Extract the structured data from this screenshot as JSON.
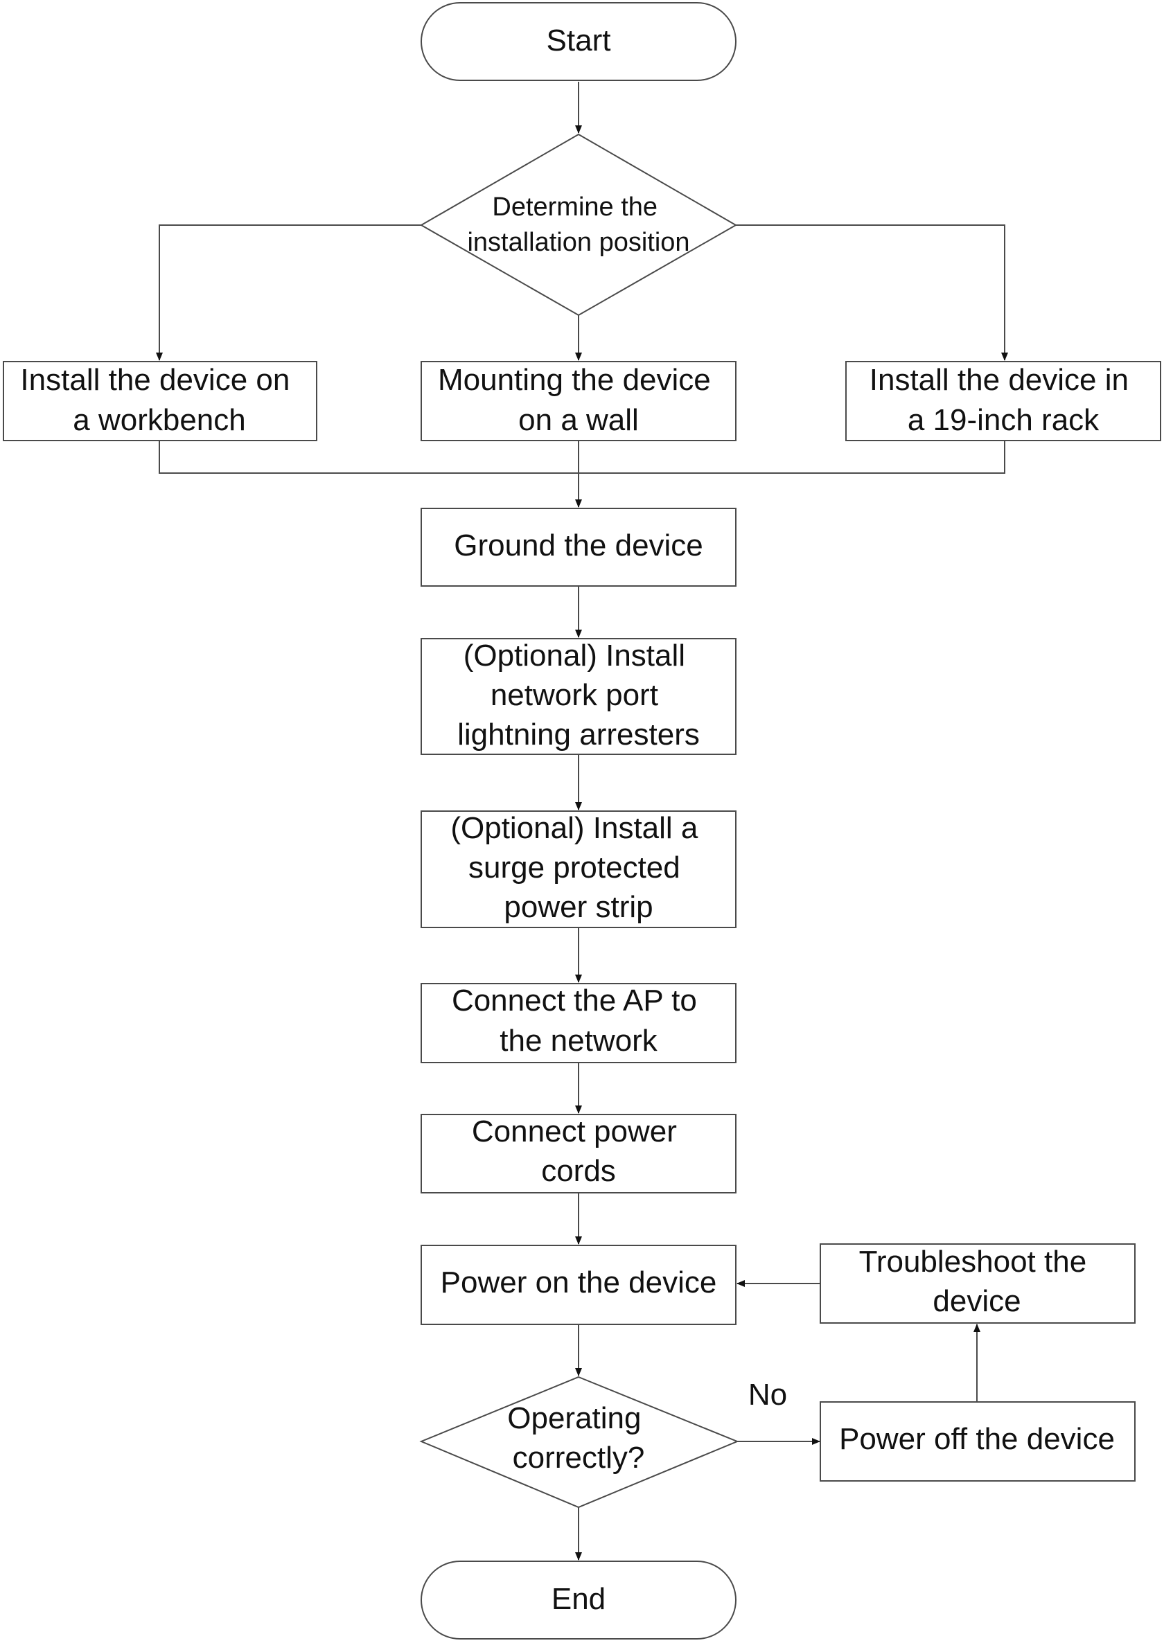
{
  "diagram": {
    "nodes": {
      "start": {
        "lines": [
          "Start"
        ]
      },
      "position": {
        "lines": [
          "Determine the",
          "installation position"
        ]
      },
      "workbench": {
        "lines": [
          "Install the device on",
          "a workbench"
        ]
      },
      "wall": {
        "lines": [
          "Mounting the device",
          "on a wall"
        ]
      },
      "rack": {
        "lines": [
          "Install the device in",
          "a 19-inch rack"
        ]
      },
      "ground": {
        "lines": [
          "Ground the device"
        ]
      },
      "arresters": {
        "lines": [
          "(Optional) Install",
          "network port",
          "lightning arresters"
        ]
      },
      "surge": {
        "lines": [
          "(Optional) Install a",
          "surge protected",
          "power strip"
        ]
      },
      "connect_ap": {
        "lines": [
          "Connect the AP to",
          "the network"
        ]
      },
      "power_cords": {
        "lines": [
          "Connect power",
          "cords"
        ]
      },
      "power_on": {
        "lines": [
          "Power on the device"
        ]
      },
      "troubleshoot": {
        "lines": [
          "Troubleshoot the",
          "device"
        ]
      },
      "operating": {
        "lines": [
          "Operating",
          "correctly?"
        ]
      },
      "power_off": {
        "lines": [
          "Power off the device"
        ]
      },
      "end": {
        "lines": [
          "End"
        ]
      }
    },
    "edge_labels": {
      "no": "No"
    }
  }
}
